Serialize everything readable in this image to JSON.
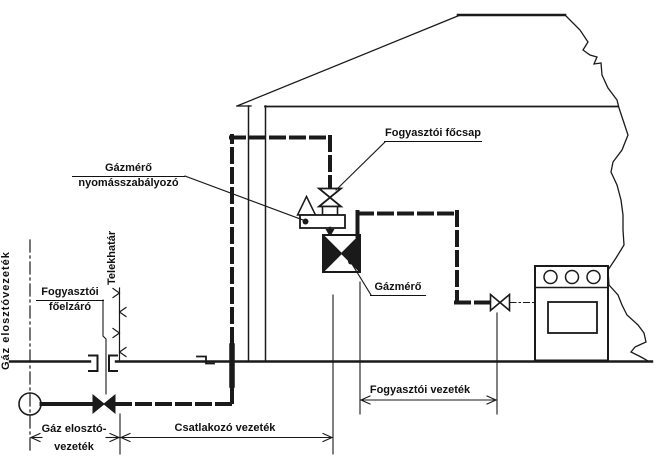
{
  "colors": {
    "ink": "#1a1a1a",
    "paper": "#ffffff"
  },
  "labels": {
    "regulator_line1": "Gázmérő",
    "regulator_line2": "nyomásszabályozó",
    "consumer_tap": "Fogyasztói főcsap",
    "shutoff_line1": "Fogyasztói",
    "shutoff_line2": "főelzáró",
    "meter": "Gázmérő",
    "property_boundary": "Telekhatár",
    "distribution_axis": "Gáz elosztóvezeték",
    "dim_distribution_line1": "Gáz elosztó-",
    "dim_distribution_line2": "vezeték",
    "dim_connection": "Csatlakozó vezeték",
    "dim_consumer": "Fogyasztói vezeték"
  }
}
